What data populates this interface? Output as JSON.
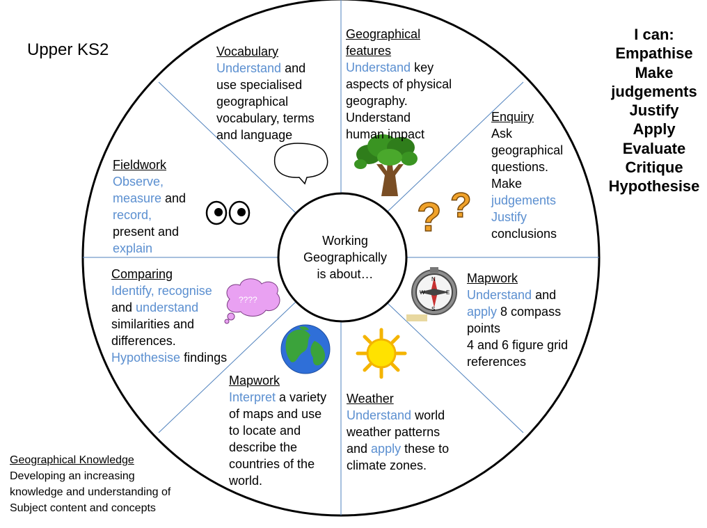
{
  "header": {
    "title": "Upper KS2"
  },
  "i_can": {
    "heading": "I can:",
    "items": [
      "Empathise",
      "Make",
      "judgements",
      "Justify",
      "Apply",
      "Evaluate",
      "Critique",
      "Hypothesise"
    ]
  },
  "center": {
    "lines": [
      "Working",
      "Geographically",
      "is about…"
    ]
  },
  "segments": {
    "vocabulary": {
      "title": "Vocabulary",
      "l1a": "Understand",
      "l1b": " and",
      "l2": "use specialised",
      "l3": "geographical",
      "l4": "vocabulary, terms",
      "l5": "and language"
    },
    "features": {
      "title1": "Geographical",
      "title2": "features",
      "l1a": "Understand",
      "l1b": " key",
      "l2": "aspects of physical",
      "l3": "geography.",
      "l4": "Understand",
      "l5": "human impact"
    },
    "enquiry": {
      "title": "Enquiry",
      "l1": "Ask",
      "l2": "geographical",
      "l3": "questions.",
      "l4": "Make",
      "l5": "judgements",
      "l6": "Justify",
      "l7": "conclusions"
    },
    "mapwork_right": {
      "title": "Mapwork",
      "l1a": "Understand",
      "l1b": " and",
      "l2a": "apply",
      "l2b": " 8 compass",
      "l3": "points",
      "l4": "4 and 6 figure grid",
      "l5": "references"
    },
    "weather": {
      "title": "Weather",
      "l1a": "Understand",
      "l1b": " world",
      "l2": "weather patterns",
      "l3a": "and ",
      "l3b": "apply",
      "l3c": " these to",
      "l4": "climate zones."
    },
    "mapwork_left": {
      "title": "Mapwork",
      "l1a": "Interpret",
      "l1b": " a variety",
      "l2": "of maps and use",
      "l3": "to locate and",
      "l4": "describe the",
      "l5": "countries of the",
      "l6": "world."
    },
    "comparing": {
      "title": "Comparing",
      "l1": "Identify, recognise",
      "l2a": "and ",
      "l2b": "understand",
      "l3": "similarities and",
      "l4": "differences.",
      "l5a": "Hypothesise",
      "l5b": " findings"
    },
    "fieldwork": {
      "title": "Fieldwork",
      "l1": "Observe,",
      "l2a": "measure",
      "l2b": " and",
      "l3": "record,",
      "l4": "present and",
      "l5": "explain"
    }
  },
  "thought_bubble": {
    "text": "????"
  },
  "footer": {
    "title": "Geographical Knowledge",
    "lines": [
      "Developing an increasing",
      "knowledge and understanding of",
      "Subject content and concepts"
    ]
  },
  "colors": {
    "accent": "#5b8fd0",
    "divider": "#4f81bd",
    "bubble": "#e9a1f2"
  }
}
